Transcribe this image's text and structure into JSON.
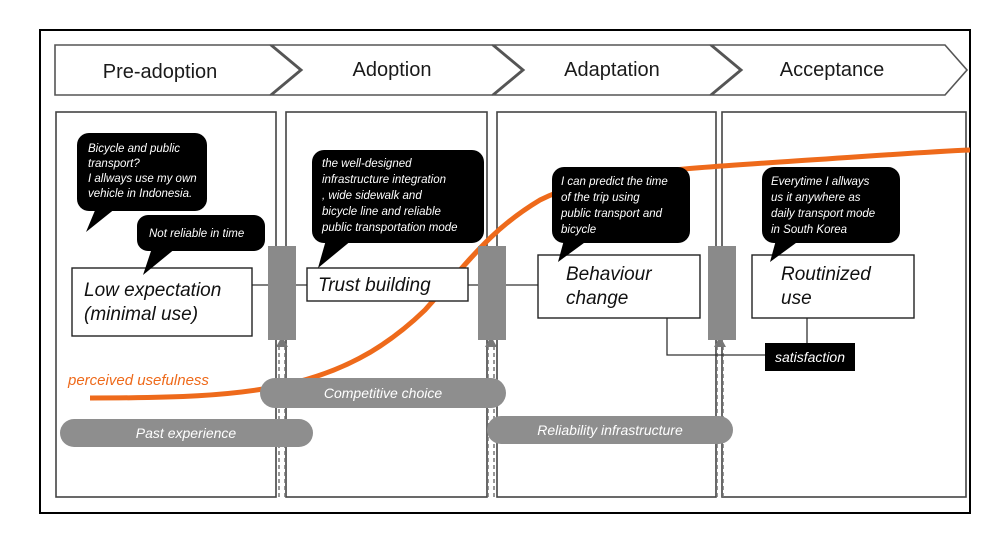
{
  "stages": [
    {
      "id": "pre-adoption",
      "label": "Pre-adoption"
    },
    {
      "id": "adoption",
      "label": "Adoption"
    },
    {
      "id": "adaptation",
      "label": "Adaptation"
    },
    {
      "id": "acceptance",
      "label": "Acceptance"
    }
  ],
  "boxes": {
    "low_expectation": {
      "line1": "Low expectation",
      "line2": "(minimal use)"
    },
    "trust_building": {
      "line1": "Trust building"
    },
    "behaviour_change": {
      "line1": "Behaviour",
      "line2": "change"
    },
    "routinized_use": {
      "line1": "Routinized",
      "line2": "use"
    }
  },
  "bubbles": {
    "bicycle_transport": [
      "Bicycle and public",
      "transport?",
      "I allways use my own",
      "vehicle in Indonesia."
    ],
    "not_reliable": [
      "Not reliable in time"
    ],
    "infrastructure": [
      "the well-designed",
      "infrastructure integration",
      ", wide sidewalk and",
      "bicycle line and reliable",
      "public transportation mode"
    ],
    "predict_time": [
      "I can predict the time",
      "of the trip using",
      "public transport and",
      "bicycle"
    ],
    "everytime": [
      "Everytime I allways",
      "us it anywhere as",
      "daily transport mode",
      "in South Korea"
    ]
  },
  "pills": {
    "competitive_choice": "Competitive choice",
    "past_experience": "Past experience",
    "reliability_infrastructure": "Reliability infrastructure"
  },
  "satisfaction": "satisfaction",
  "curve_label": "perceived usefulness",
  "colors": {
    "orange": "#ee6a1b",
    "bubble": "#000000",
    "gate": "#8a8a8a",
    "pill": "#8e8e8e",
    "border": "#444444"
  }
}
